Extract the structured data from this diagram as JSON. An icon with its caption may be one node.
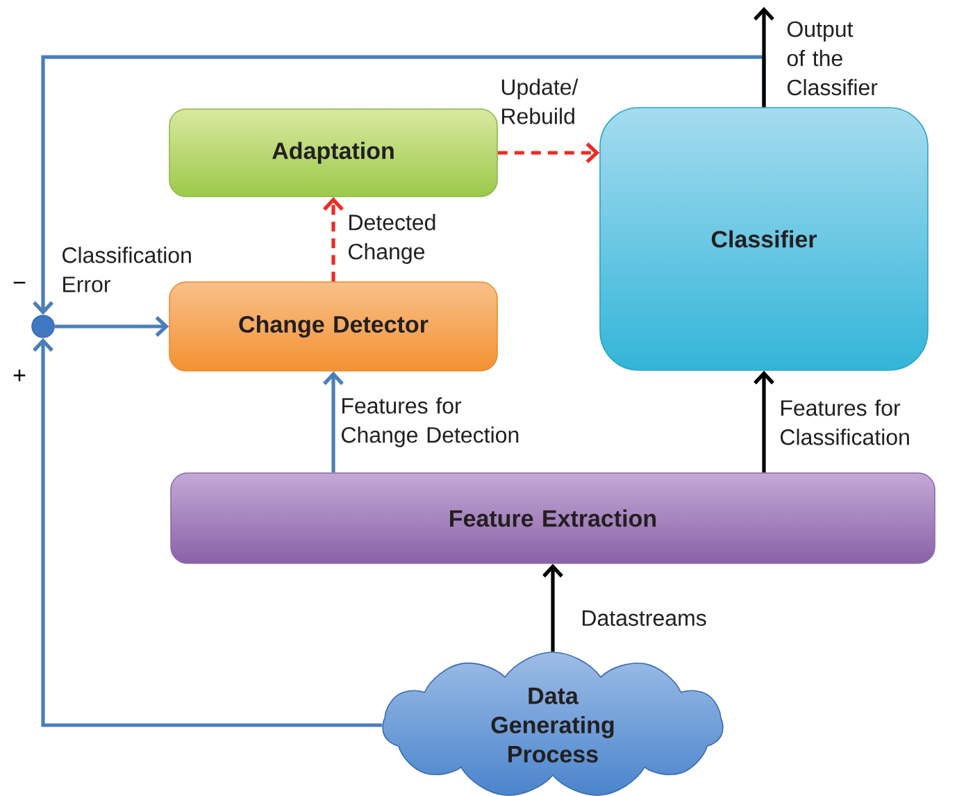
{
  "diagram": {
    "nodes": [
      {
        "text": [
          "Adaptation"
        ]
      },
      {
        "text": [
          "Classifier"
        ]
      },
      {
        "text": [
          "Change Detector"
        ]
      },
      {
        "text": [
          "Feature Extraction"
        ]
      },
      {
        "text": [
          "Data Generating Process"
        ]
      },
      {
        "text": [],
        "shape": "circle",
        "beside": [
          "−",
          "+"
        ]
      }
    ],
    "edges": [
      {
        "from": 0,
        "to": 1,
        "arrow": "to",
        "label": "Update/ Rebuild",
        "style": "dashed",
        "color": "#ee2a24"
      },
      {
        "from": 2,
        "to": 0,
        "arrow": "to",
        "label": "Detected Change",
        "style": "dashed",
        "color": "#ee2a24"
      },
      {
        "from": 5,
        "to": 2,
        "arrow": "to",
        "label": "Classification Error"
      },
      {
        "from": 3,
        "to": 2,
        "arrow": "to",
        "label": "Features for Change Detection"
      },
      {
        "from": 3,
        "to": 1,
        "arrow": "to",
        "label": "Features for Classification",
        "color": "#000000"
      },
      {
        "from": 4,
        "to": 3,
        "arrow": "to",
        "label": "Datastreams",
        "color": "#000000"
      },
      {
        "from": 1,
        "to": null,
        "arrow": "to",
        "label": "Output of the Classifier",
        "color": "#000000"
      },
      {
        "from": 1,
        "to": 5,
        "arrow": "to"
      },
      {
        "from": 4,
        "to": 5,
        "arrow": "to"
      }
    ]
  }
}
